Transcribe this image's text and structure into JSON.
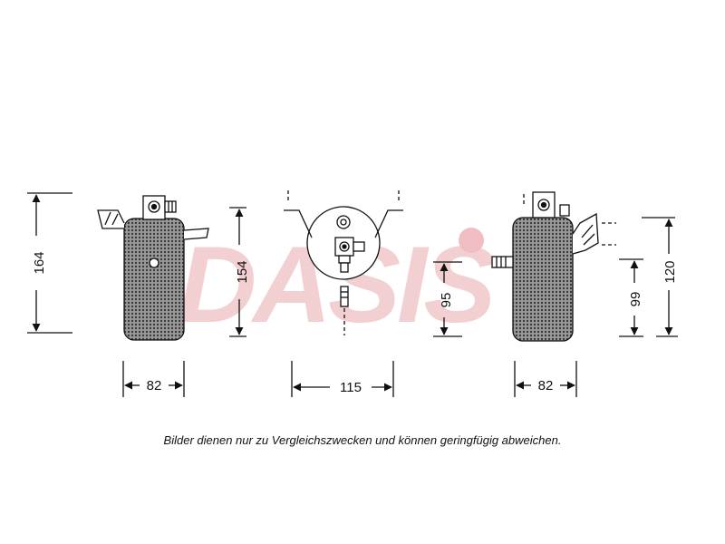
{
  "watermark": {
    "text": "DASIS",
    "color": "#e8a8ad",
    "accent_dot_color": "#e58a92"
  },
  "dimensions": {
    "left_height": "164",
    "left_body_height": "154",
    "left_width": "82",
    "center_width": "115",
    "center_height": "95",
    "right_width": "82",
    "right_height_a": "99",
    "right_height_b": "120"
  },
  "caption": "Bilder dienen nur zu Vergleichszwecken und können geringfügig abweichen.",
  "colors": {
    "line": "#111111",
    "body_fill": "#8a8a8a",
    "background": "#ffffff"
  }
}
